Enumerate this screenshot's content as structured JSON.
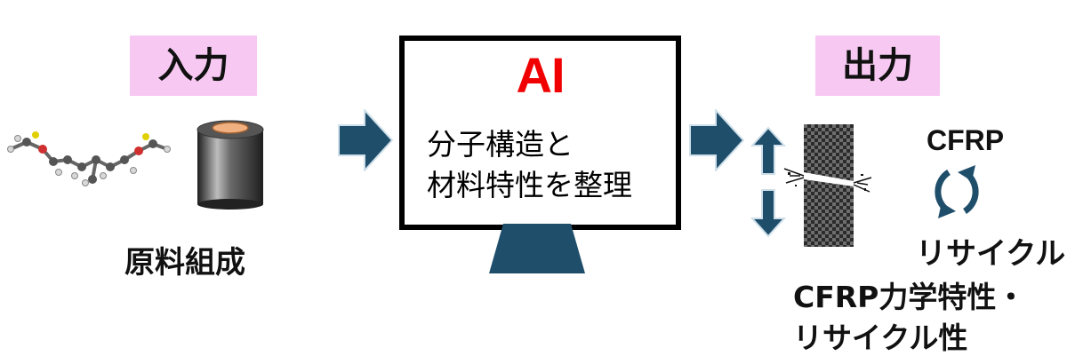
{
  "input_label": "入力",
  "output_label": "出力",
  "material_label": "原料組成",
  "ai_label": "AI",
  "ai_desc": [
    "分子構造と",
    "材料特性を整理"
  ],
  "cfrp_label": "CFRP",
  "recycle_label": "リサイクル",
  "output_desc": [
    "CFRP力学特性・",
    "リサイクル性"
  ],
  "colors": {
    "label_bg": "#f7c9f2",
    "arrow": "#1f4e6b",
    "ai_red": "#f00000",
    "checker_dark": "#2b2b2b",
    "checker_light": "#6e6e6e"
  }
}
